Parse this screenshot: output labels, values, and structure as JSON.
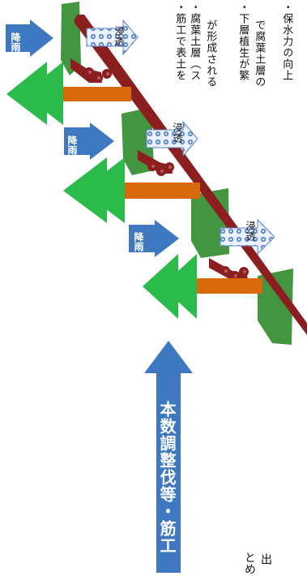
{
  "labels": {
    "rain_1": "降雨",
    "rain_2": "降雨",
    "rain_3": "降雨",
    "infiltration_1": "浸透",
    "infiltration_2": "浸透",
    "infiltration_3": "浸透",
    "main_arrow": "本数調整伐等・筋工"
  },
  "notes": {
    "line_1": "・筋工で表土を",
    "line_2": "・腐葉土層（ス",
    "line_3": "が形成される",
    "line_4": "・下層植生が繁",
    "line_5": "で腐葉土層の",
    "line_6": "・保水力の向上"
  },
  "bottom_text": {
    "left": "とめ",
    "right": "出"
  },
  "colors": {
    "tree_green": "#2bbb4b",
    "trunk_orange": "#d86a0c",
    "slope_red": "#8b1e1e",
    "rain_blue": "#3d78c0",
    "infiltration_blue": "#5a83c7",
    "grass_green": "#3a8f35",
    "main_arrow_blue": "#3d78c0"
  },
  "icons": {
    "tree": "tree-icon",
    "rain": "rain-arrow-icon",
    "infiltration": "infiltration-arrow-icon",
    "soil": "soil-bead-icon"
  }
}
